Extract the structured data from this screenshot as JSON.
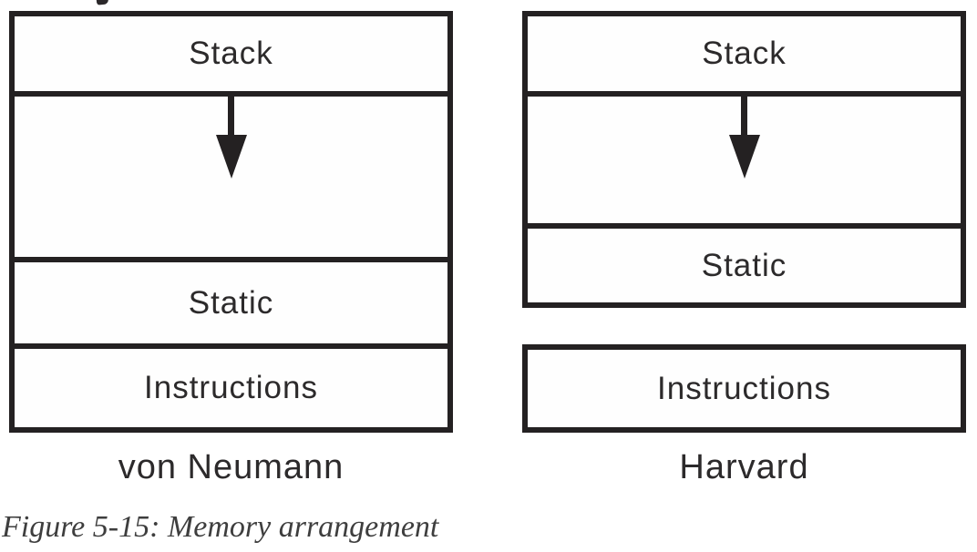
{
  "figure": {
    "caption": "Figure 5-15: Memory arrangement"
  },
  "colors": {
    "line": "#242122",
    "region_label_text": "#2c2a2b",
    "caption_text": "#3e3e3e",
    "background": "#ffffff"
  },
  "von_neumann": {
    "title": "von Neumann",
    "rows": {
      "stack": "Stack",
      "static": "Static",
      "instructions": "Instructions"
    },
    "arrow_icon": "down-arrow"
  },
  "harvard": {
    "title": "Harvard",
    "rows": {
      "stack": "Stack",
      "static": "Static",
      "instructions": "Instructions"
    },
    "arrow_icon": "down-arrow"
  }
}
